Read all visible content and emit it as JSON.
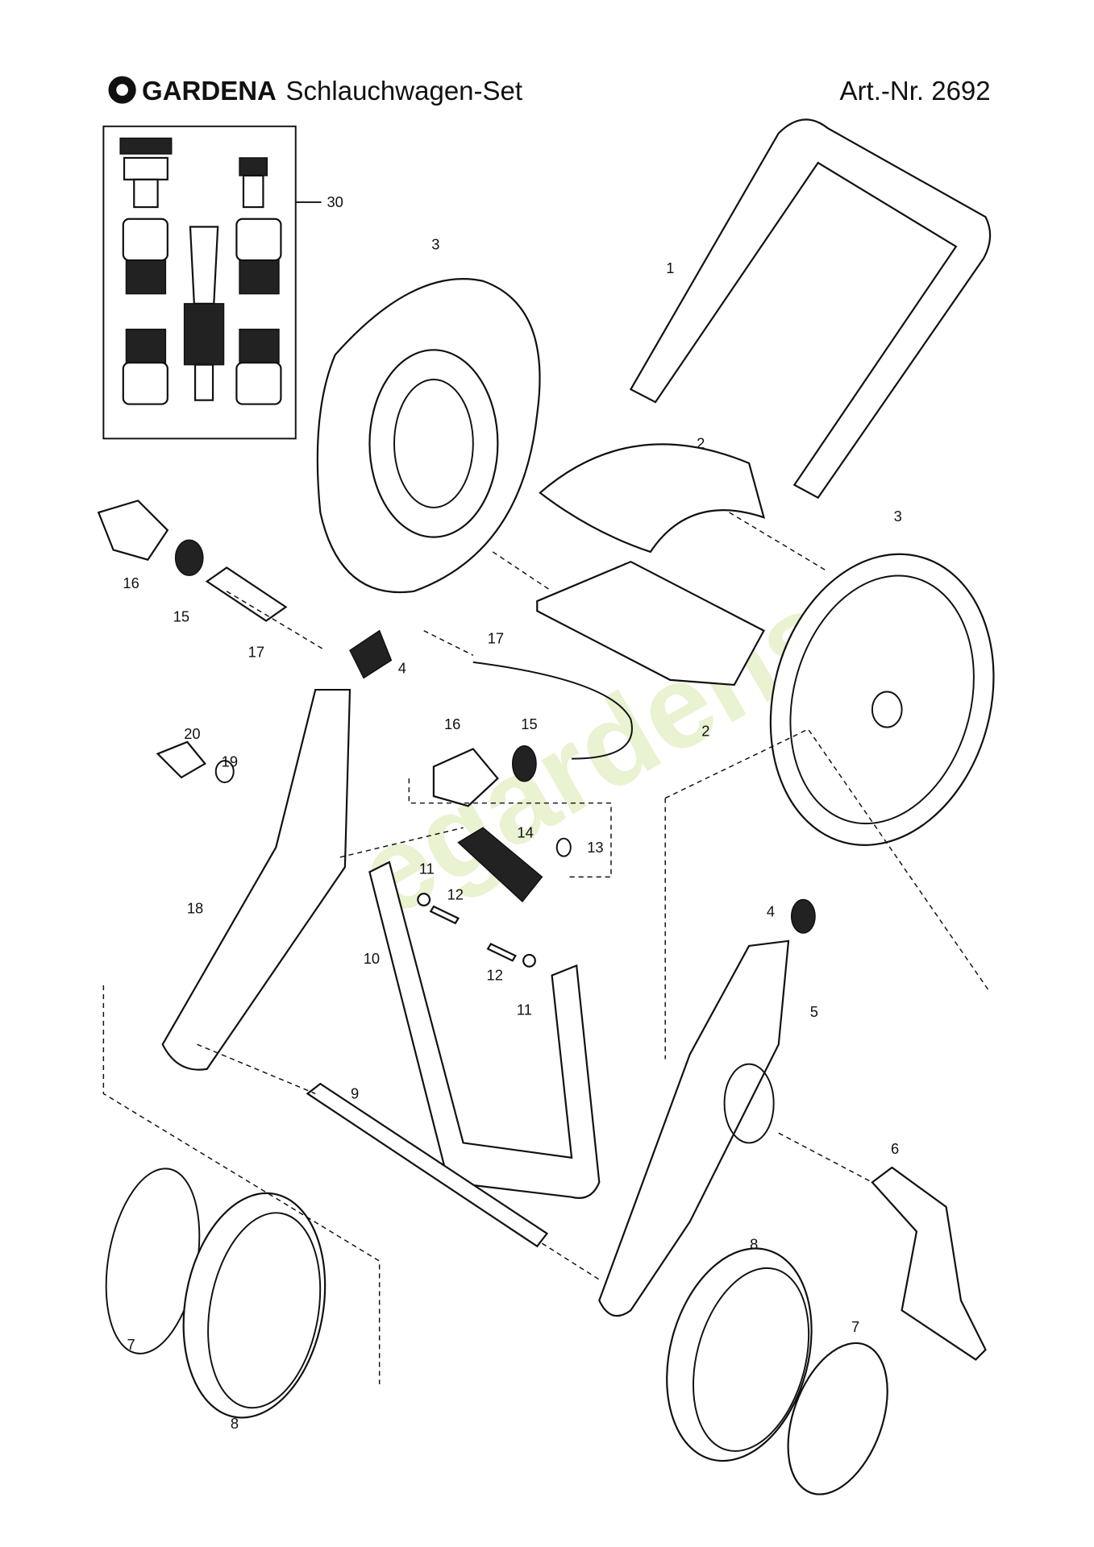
{
  "header": {
    "brand": "GARDENA",
    "title": "Schlauchwagen-Set",
    "article_number": "Art.-Nr. 2692"
  },
  "watermark": "egardens",
  "part_labels": {
    "p30": "30",
    "p3a": "3",
    "p1": "1",
    "p2a": "2",
    "p3b": "3",
    "p16a": "16",
    "p15a": "15",
    "p17a": "17",
    "p4a": "4",
    "p17b": "17",
    "p2b": "2",
    "p20": "20",
    "p19": "19",
    "p16b": "16",
    "p15b": "15",
    "p14": "14",
    "p13": "13",
    "p11a": "11",
    "p12a": "12",
    "p18": "18",
    "p10": "10",
    "p12b": "12",
    "p11b": "11",
    "p4b": "4",
    "p5": "5",
    "p9": "9",
    "p6": "6",
    "p8a": "8",
    "p7a": "7",
    "p7b": "7",
    "p8b": "8"
  }
}
